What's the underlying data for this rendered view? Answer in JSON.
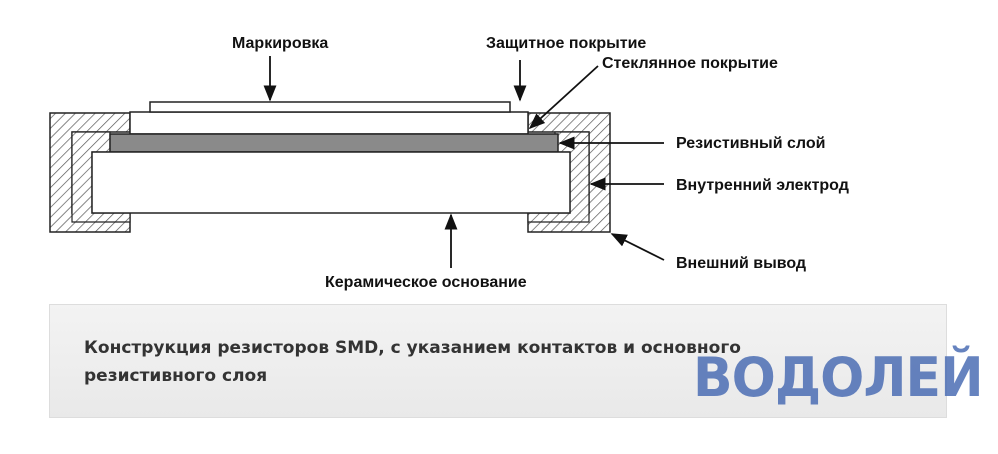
{
  "diagram": {
    "labels": {
      "marking": "Маркировка",
      "protective_coating": "Защитное покрытие",
      "glass_coating": "Стеклянное покрытие",
      "resistive_layer": "Резистивный слой",
      "inner_electrode": "Внутренний электрод",
      "outer_terminal": "Внешний вывод",
      "ceramic_base": "Керамическое основание"
    }
  },
  "caption": {
    "text": "Конструкция резисторов SMD, с указанием контактов и основного резистивного слоя"
  },
  "watermark": {
    "text": "ВОДОЛЕЙ"
  }
}
